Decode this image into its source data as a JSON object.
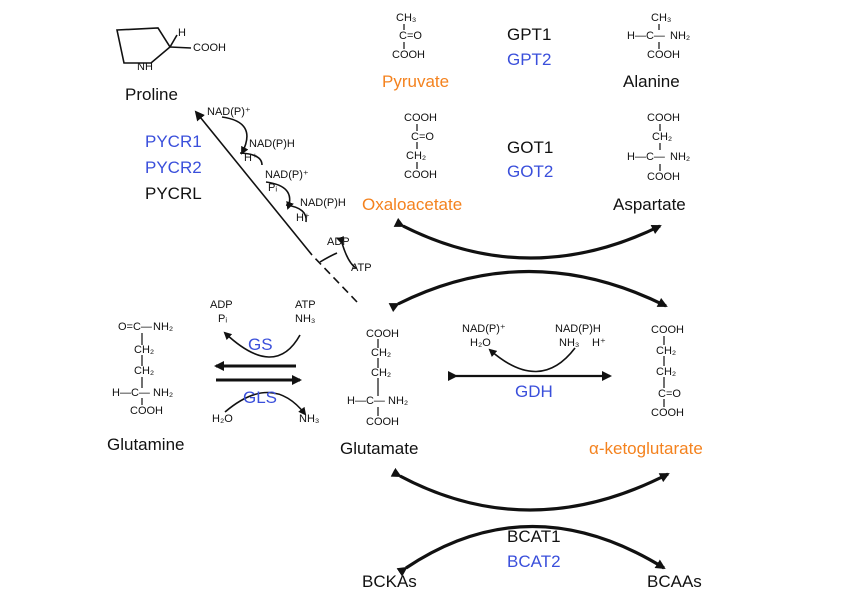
{
  "metabolites": {
    "proline": "Proline",
    "pyruvate": "Pyruvate",
    "alanine": "Alanine",
    "oxaloacetate": "Oxaloacetate",
    "aspartate": "Aspartate",
    "glutamine": "Glutamine",
    "glutamate": "Glutamate",
    "akg": "α-ketoglutarate",
    "bckas": "BCKAs",
    "bcaas": "BCAAs"
  },
  "enzymes": {
    "pycr1": "PYCR1",
    "pycr2": "PYCR2",
    "pycrl": "PYCRL",
    "gpt1": "GPT1",
    "gpt2": "GPT2",
    "got1": "GOT1",
    "got2": "GOT2",
    "gs": "GS",
    "gls": "GLS",
    "gdh": "GDH",
    "bcat1": "BCAT1",
    "bcat2": "BCAT2"
  },
  "cofactors": {
    "nadp_plus": "NAD(P)⁺",
    "nadph": "NAD(P)H",
    "h_plus": "H⁺",
    "pi": "Pᵢ",
    "adp": "ADP",
    "atp": "ATP",
    "nh3": "NH₃",
    "h2o": "H₂O"
  },
  "structures": {
    "cooh": "COOH",
    "ch3": "CH₃",
    "ch2": "CH₂",
    "keto": "C=O",
    "h_c": "H—C—",
    "nh2": "NH₂",
    "o_c": "O=C—",
    "h": "H",
    "n": "N",
    "nh": "NH"
  },
  "colors": {
    "substrate": "#f4821e",
    "key_enzyme": "#3a4fdb",
    "other": "#111111"
  }
}
